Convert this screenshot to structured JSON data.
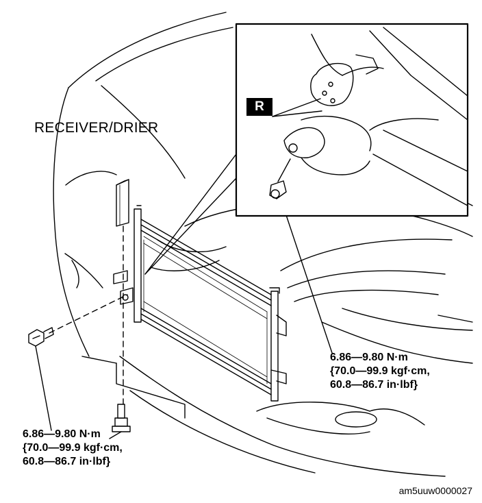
{
  "labels": {
    "receiver_drier": "RECEIVER/DRIER",
    "detail_badge": "R",
    "figure_code": "am5uuw0000027"
  },
  "torque_right": {
    "line1": "6.86—9.80 N·m",
    "line2": "{70.0—99.9 kgf·cm,",
    "line3": "60.8—86.7 in·lbf}"
  },
  "torque_left": {
    "line1": "6.86—9.80 N·m",
    "line2": "{70.0—99.9 kgf·cm,",
    "line3": "60.8—86.7 in·lbf}"
  }
}
